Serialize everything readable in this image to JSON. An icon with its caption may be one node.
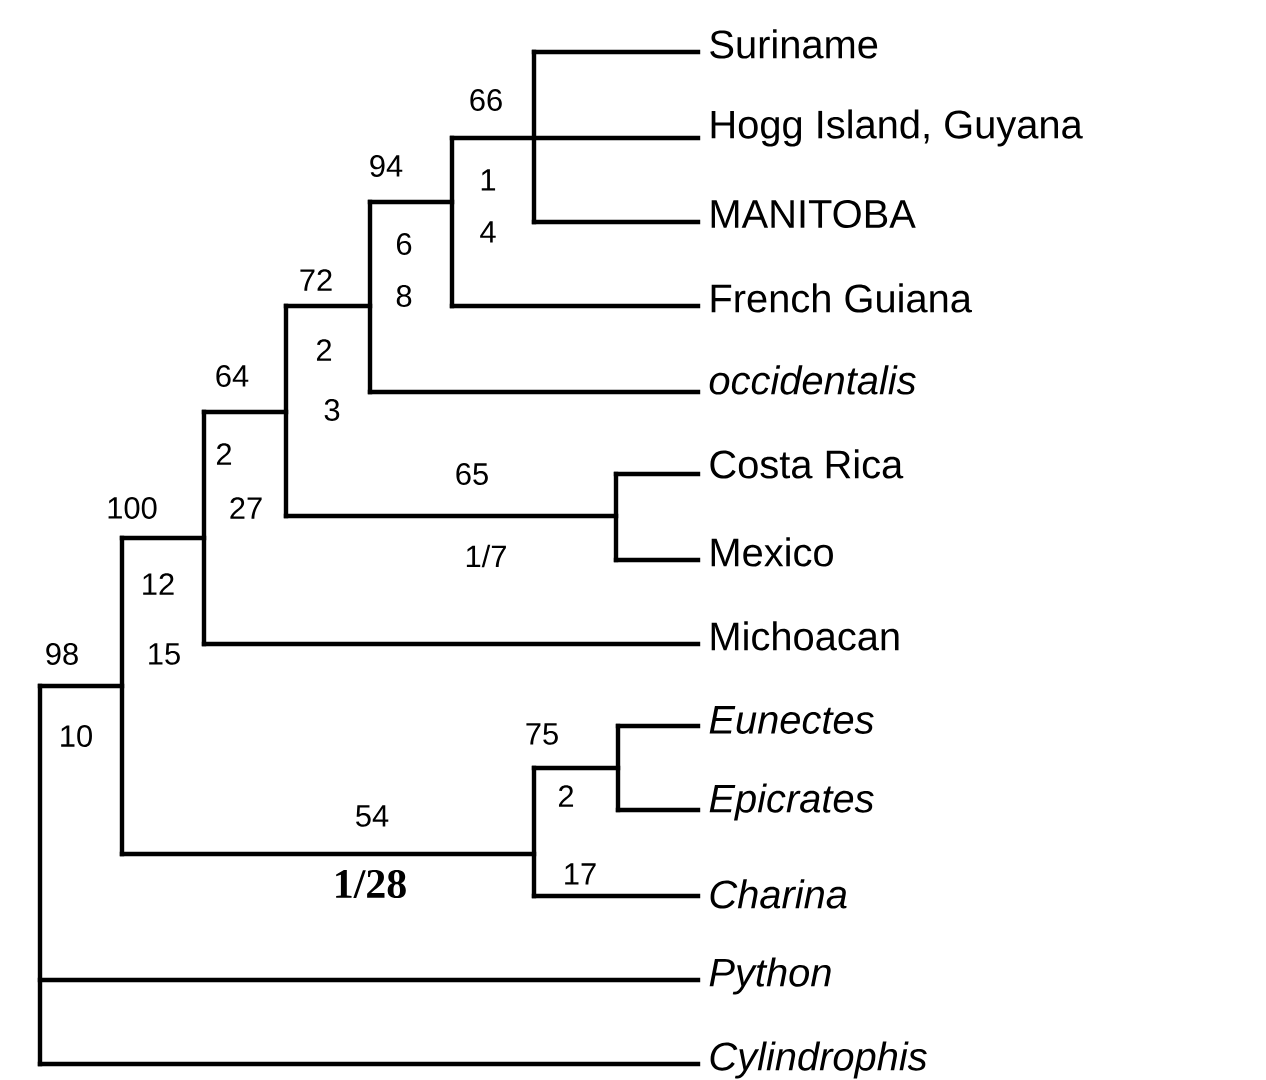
{
  "diagram": {
    "labels": [
      "Suriname",
      "Hogg Island, Guyana",
      "MANITOBA",
      "French Guiana",
      "occidentalis",
      "Costa Rica",
      "Mexico",
      "Michoacan",
      "Eunectes",
      "Epicrates",
      "Charina",
      "Python",
      "Cylindrophis",
      "66",
      "94",
      "1",
      "4",
      "6",
      "72",
      "8",
      "2",
      "64",
      "3",
      "2",
      "65",
      "100",
      "27",
      "1/7",
      "12",
      "98",
      "15",
      "10",
      "75",
      "2",
      "54",
      "1/28",
      "17"
    ]
  }
}
